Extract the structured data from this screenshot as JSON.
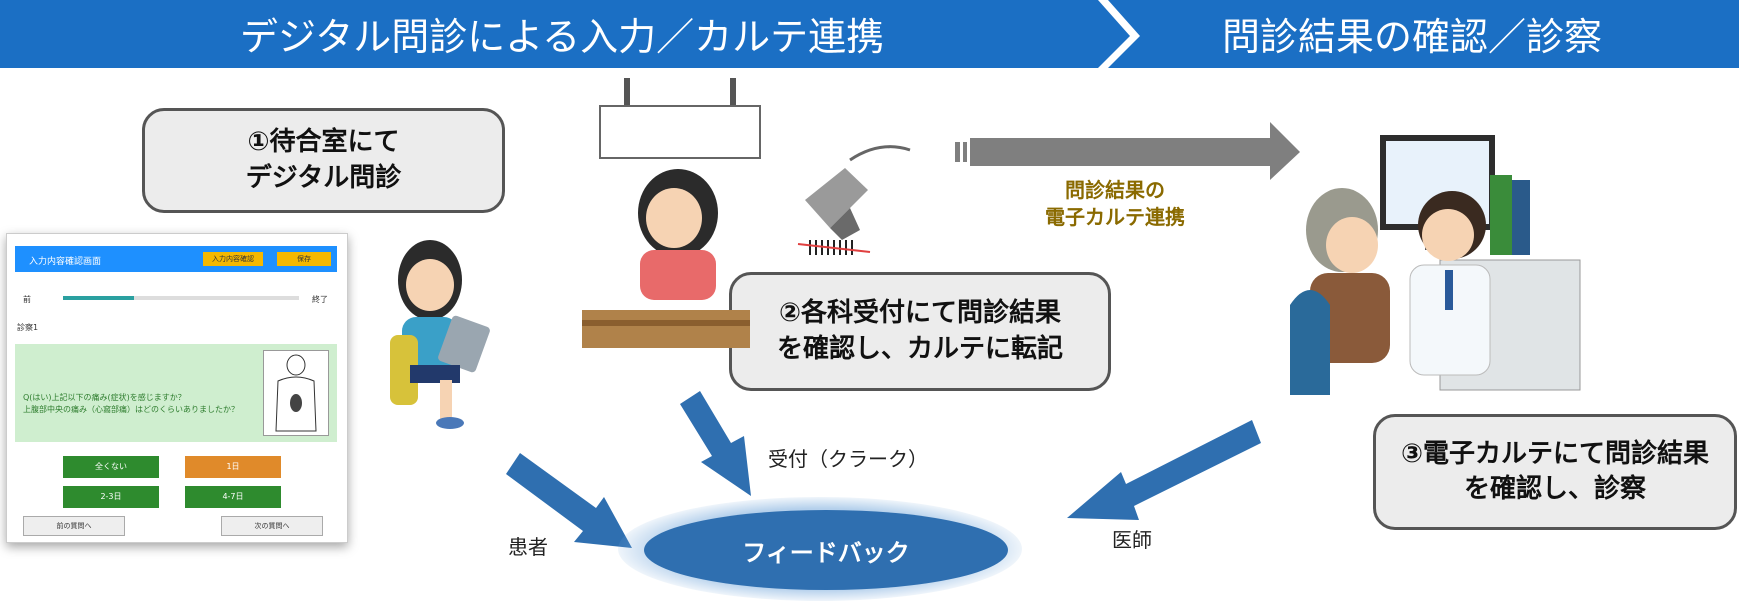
{
  "header": {
    "left_title": "デジタル問診による入力／カルテ連携",
    "right_title": "問診結果の確認／診察"
  },
  "callouts": {
    "step1": [
      "①待合室にて",
      "デジタル問診"
    ],
    "step2": [
      "②各科受付にて問診結果",
      "を確認し、カルテに転記"
    ],
    "step3": [
      "③電子カルテにて問診結果",
      "を確認し、診察"
    ]
  },
  "arrow_label": [
    "問診結果の",
    "電子カルテ連携"
  ],
  "roles": {
    "patient": "患者",
    "reception": "受付（クラーク）",
    "doctor": "医師"
  },
  "feedback": "フィードバック",
  "screenshot": {
    "title": "入力内容確認画面",
    "btn1": "入力内容確認",
    "btn2": "保存",
    "progress_left": "前",
    "progress_right": "終了",
    "section": "診察1",
    "question_line1": "Q(はい)上記以下の痛み(症状)を感じますか？",
    "question_line2": "上腹部中央の痛み（心窩部痛）はどのくらいありましたか？",
    "options": [
      "全くない",
      "1日",
      "2-3日",
      "4-7日"
    ],
    "prev": "前の質問へ",
    "next": "次の質問へ"
  },
  "colors": {
    "banner": "#1b6fc4",
    "flow_arrow": "#2f6fb0",
    "gray_arrow": "#7f7f7f",
    "feedback": "#2f6fb0"
  }
}
